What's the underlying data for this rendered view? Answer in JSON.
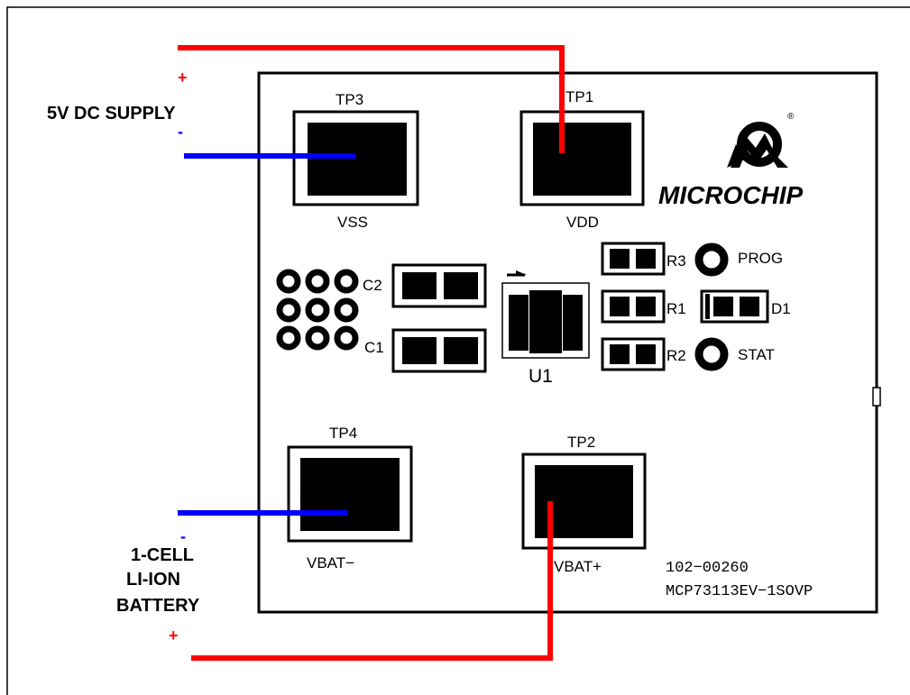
{
  "supply": {
    "title": "5V DC SUPPLY",
    "plus": "+",
    "minus": "-"
  },
  "battery": {
    "line1": "1-CELL",
    "line2": "LI-ION",
    "line3": "BATTERY",
    "plus": "+",
    "minus": "-"
  },
  "board": {
    "tp3": "TP3",
    "vss": "VSS",
    "tp1": "TP1",
    "vdd": "VDD",
    "tp4": "TP4",
    "vbat_minus": "VBAT−",
    "tp2": "TP2",
    "vbat_plus": "VBAT+",
    "c2": "C2",
    "c1": "C1",
    "u1": "U1",
    "r3": "R3",
    "r1": "R1",
    "r2": "R2",
    "d1": "D1",
    "prog": "PROG",
    "stat": "STAT",
    "brand": "MICROCHIP",
    "registered": "®",
    "part_number": "102−00260",
    "model": "MCP73113EV−1SOVP"
  },
  "colors": {
    "positive_wire": "#ff0000",
    "negative_wire": "#0000ff",
    "outline": "#000000",
    "background": "#ffffff"
  }
}
